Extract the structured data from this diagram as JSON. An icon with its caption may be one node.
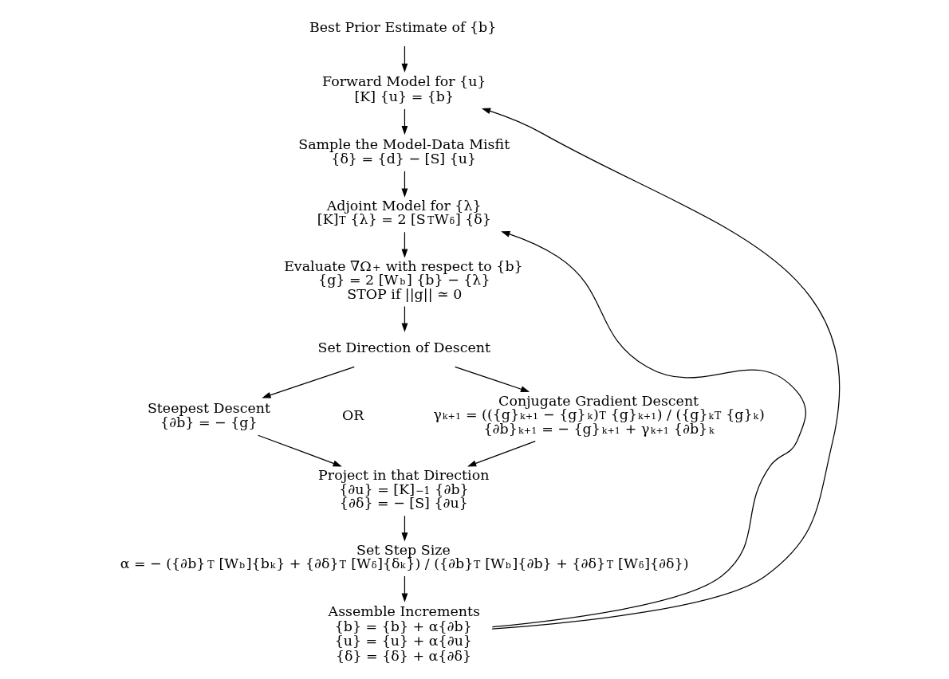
{
  "diagram": {
    "nodes": [
      {
        "text": [
          "Best Prior Estimate of {b}"
        ]
      },
      {
        "text": [
          "Forward Model for {u}",
          "[K] {u} = {b}"
        ]
      },
      {
        "text": [
          "Sample the Model-Data Misfit",
          "{δ} = {d} − [S] {u}"
        ]
      },
      {
        "text": [
          "Adjoint Model for {λ}",
          "[K]$^{T}$ {λ} = 2 [S$^{T}$W$_{δ}$] {δ}"
        ]
      },
      {
        "text": [
          "Evaluate ∇Ω$^{+}$ with respect to {b}",
          "{g} = 2 [W$_{b}$] {b} − {λ}",
          "STOP if ||g|| ≃ 0"
        ]
      },
      {
        "text": [
          "Set Direction of Descent"
        ]
      },
      {
        "text": [
          "Steepest Descent",
          "{∂b} = − {g}"
        ]
      },
      {
        "text": [
          "Conjugate Gradient Descent",
          "γ$_{k+1}$ = (({g}$_{k+1}$ − {g}$_{k}$)$^{T}$ {g}$_{k+1}$) / ({g}$_{k}$$^{T}$ {g}$_{k}$)",
          "{∂b}$_{k+1}$ = − {g}$_{k+1}$ + γ$_{k+1}$ {∂b}$_{k}$"
        ]
      },
      {
        "text": [
          "Project in that Direction",
          "{∂u} = [K]$^{−1}$ {∂b}",
          "{∂δ} = − [S] {∂u}"
        ]
      },
      {
        "text": [
          "Set Step Size",
          "α = − ({∂b}$^{T}$ [W$_{b}$]{b$_{k}$} + {∂δ}$^{T}$ [W$_{δ}$]{δ$_{k}$}) / ({∂b}$^{T}$ [W$_{b}$]{∂b} + {∂δ}$^{T}$ [W$_{δ}$]{∂δ})"
        ]
      },
      {
        "text": [
          "Assemble Increments",
          "{b} = {b} + α{∂b}",
          "{u} = {u} + α{∂u}",
          "{δ} = {δ} + α{∂δ}"
        ]
      }
    ],
    "edges": [
      {
        "from": 0,
        "to": 1,
        "arrow": "to"
      },
      {
        "from": 1,
        "to": 2,
        "arrow": "to"
      },
      {
        "from": 2,
        "to": 3,
        "arrow": "to"
      },
      {
        "from": 3,
        "to": 4,
        "arrow": "to"
      },
      {
        "from": 4,
        "to": 5,
        "arrow": "to"
      },
      {
        "from": 5,
        "to": 6,
        "arrow": "to"
      },
      {
        "from": 5,
        "to": 7,
        "arrow": "to"
      },
      {
        "from": 6,
        "to": 8,
        "arrow": "to"
      },
      {
        "from": 7,
        "to": 8,
        "arrow": "to"
      },
      {
        "from": 8,
        "to": 9,
        "arrow": "to"
      },
      {
        "from": 9,
        "to": 10,
        "arrow": "to"
      },
      {
        "from": 10,
        "to": 1,
        "arrow": "to"
      },
      {
        "from": 10,
        "to": 3,
        "arrow": "to"
      }
    ],
    "labels": [
      "OR"
    ]
  }
}
